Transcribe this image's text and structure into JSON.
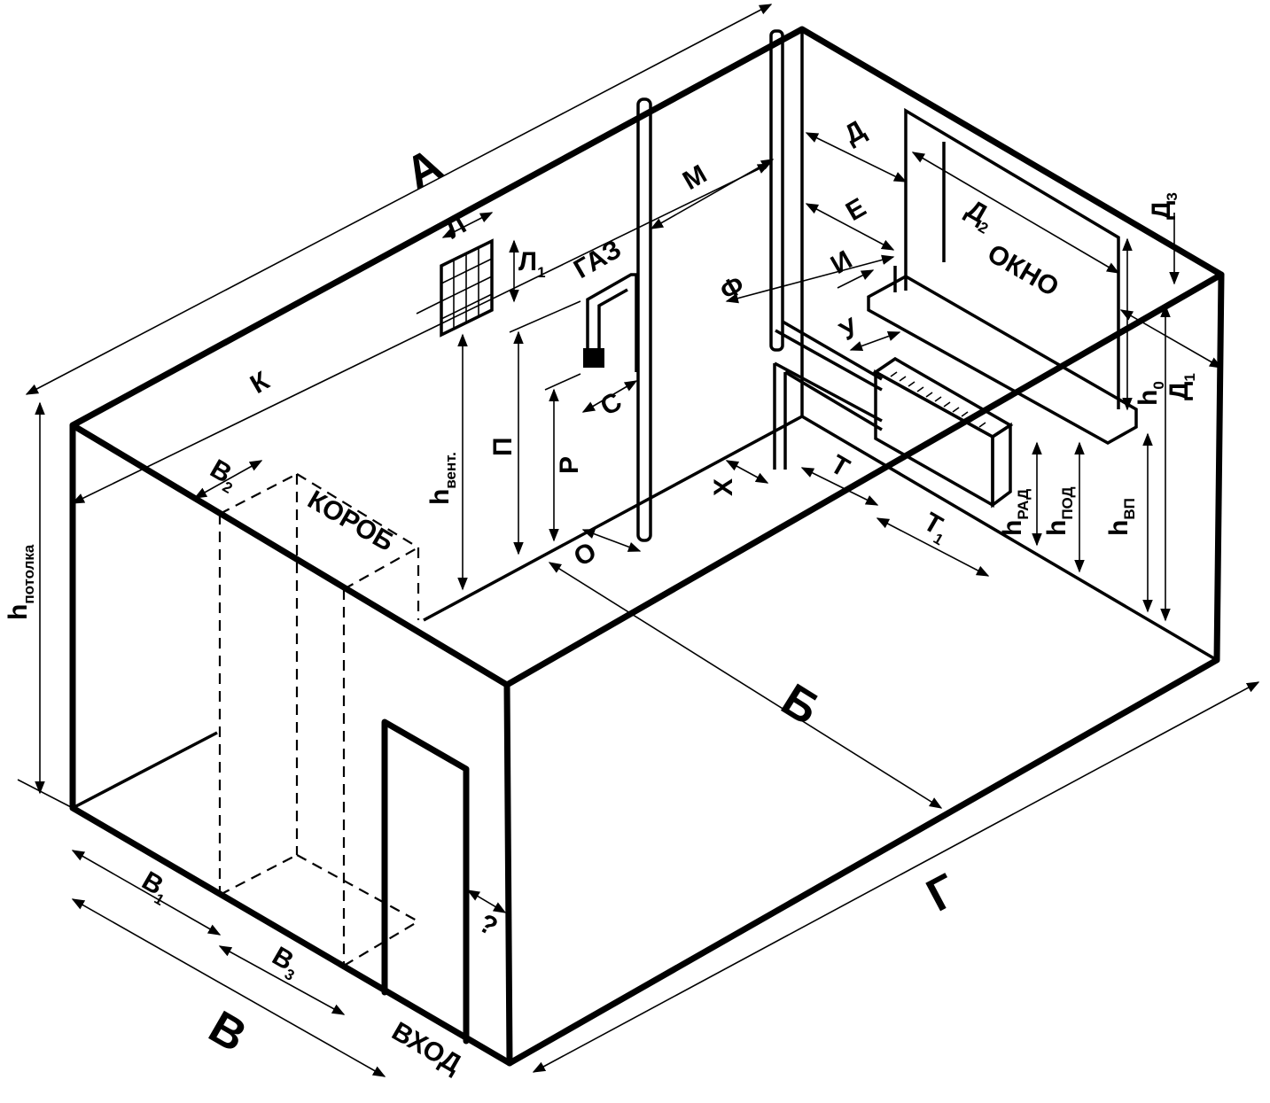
{
  "labels": {
    "A": "А",
    "B_cyr": "Б",
    "V": "В",
    "G": "Г",
    "D": "Д",
    "D1": "Д",
    "D1_sub": "1",
    "D2": "Д",
    "D2_sub": "2",
    "D3": "Д",
    "D3_sub": "3",
    "E": "Е",
    "I": "И",
    "F": "Ф",
    "M": "М",
    "K": "К",
    "L": "Л",
    "L1": "Л",
    "L1_sub": "1",
    "GAZ": "ГАЗ",
    "S": "С",
    "O": "О",
    "P": "П",
    "R": "Р",
    "KH": "Х",
    "T": "Т",
    "T1": "Т",
    "T1_sub": "1",
    "U": "У",
    "OKNO": "ОКНО",
    "KOROB": "КОРОБ",
    "VKHOD": "ВХОД",
    "V1": "В",
    "V1_sub": "1",
    "V2": "В",
    "V2_sub": "2",
    "V3": "В",
    "V3_sub": "3",
    "Q": "?",
    "h_potolka": "h",
    "h_potolka_sub": "потолка",
    "h_vent": "h",
    "h_vent_sub": "вент.",
    "h_rad": "h",
    "h_rad_sub": "РАД",
    "h_pod": "h",
    "h_pod_sub": "ПОД",
    "h_vp": "h",
    "h_vp_sub": "ВП",
    "h0": "h",
    "h0_sub": "0"
  }
}
